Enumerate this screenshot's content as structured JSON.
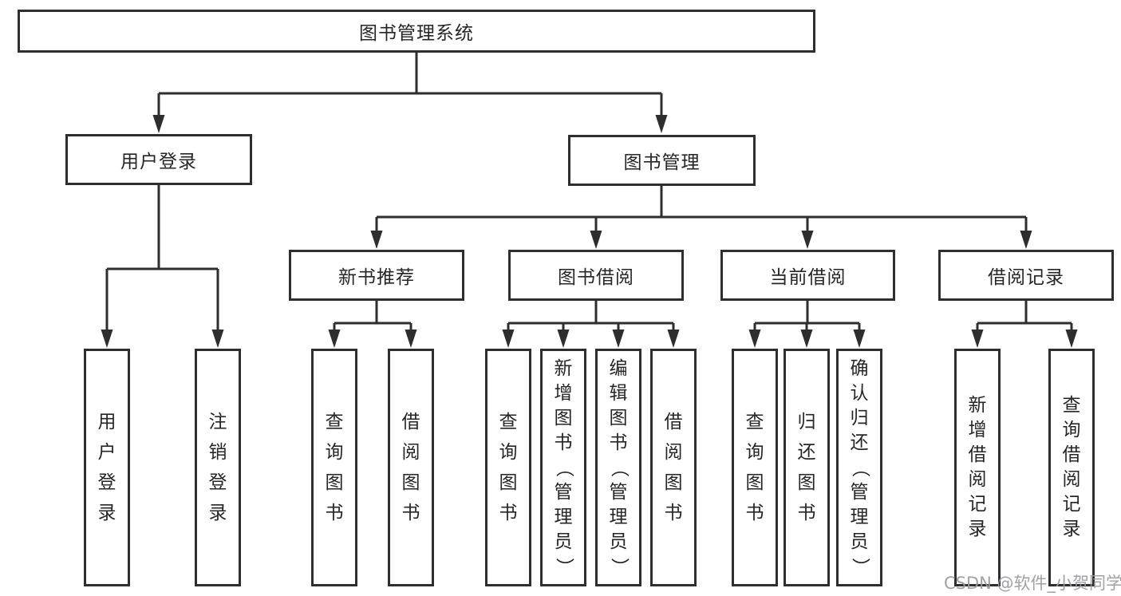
{
  "diagram": {
    "title": "图书管理系统",
    "watermark": "CSDN @软件_小贺同学",
    "colors": {
      "line": "#2e2e2e",
      "text": "#262626",
      "watermark": "#9a9a9e",
      "background": "#ffffff"
    },
    "branches": [
      {
        "label": "用户登录",
        "children": [
          {
            "label": "用户登录"
          },
          {
            "label": "注销登录"
          }
        ]
      },
      {
        "label": "图书管理",
        "children": [
          {
            "label": "新书推荐",
            "children": [
              {
                "label": "查询图书"
              },
              {
                "label": "借阅图书"
              }
            ]
          },
          {
            "label": "图书借阅",
            "children": [
              {
                "label": "查询图书"
              },
              {
                "label": "新增图书（管理员）"
              },
              {
                "label": "编辑图书（管理员）"
              },
              {
                "label": "借阅图书"
              }
            ]
          },
          {
            "label": "当前借阅",
            "children": [
              {
                "label": "查询图书"
              },
              {
                "label": "归还图书"
              },
              {
                "label": "确认归还（管理员）"
              }
            ]
          },
          {
            "label": "借阅记录",
            "children": [
              {
                "label": "新增借阅记录"
              },
              {
                "label": "查询借阅记录"
              }
            ]
          }
        ]
      }
    ]
  }
}
